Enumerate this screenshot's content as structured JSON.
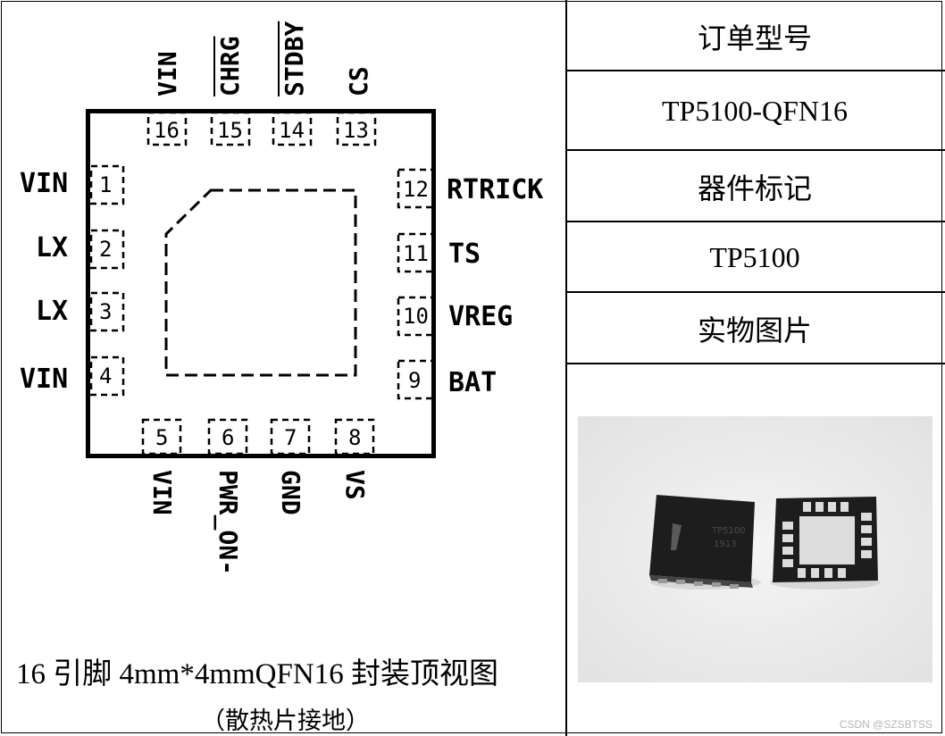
{
  "diagram": {
    "pins": {
      "p1": {
        "num": "1",
        "name": "VIN"
      },
      "p2": {
        "num": "2",
        "name": "LX"
      },
      "p3": {
        "num": "3",
        "name": "LX"
      },
      "p4": {
        "num": "4",
        "name": "VIN"
      },
      "p5": {
        "num": "5",
        "name": "VIN"
      },
      "p6": {
        "num": "6",
        "name": "PWR_ON-"
      },
      "p7": {
        "num": "7",
        "name": "GND"
      },
      "p8": {
        "num": "8",
        "name": "VS"
      },
      "p9": {
        "num": "9",
        "name": "BAT"
      },
      "p10": {
        "num": "10",
        "name": "VREG"
      },
      "p11": {
        "num": "11",
        "name": "TS"
      },
      "p12": {
        "num": "12",
        "name": "RTRICK"
      },
      "p13": {
        "num": "13",
        "name": "CS"
      },
      "p14": {
        "num": "14",
        "name": "STDBY"
      },
      "p15": {
        "num": "15",
        "name": "CHRG"
      },
      "p16": {
        "num": "16",
        "name": "VIN"
      }
    },
    "caption": "16 引脚 4mm*4mmQFN16 封装顶视图",
    "subcaption": "（散热片接地）"
  },
  "table": {
    "order_model_label": "订单型号",
    "order_model_value": "TP5100-QFN16",
    "marking_label": "器件标记",
    "marking_value": "TP5100",
    "photo_label": "实物图片"
  },
  "photo": {
    "chip_marking_line1": "TP5100",
    "chip_marking_line2": "1913"
  },
  "watermark": "CSDN @SZSBTSS",
  "colors": {
    "line": "#000000",
    "photo_bg": "#eeeeee",
    "chip": "#222222",
    "pad": "#dcdcdc",
    "watermark": "#b7b7b7"
  }
}
